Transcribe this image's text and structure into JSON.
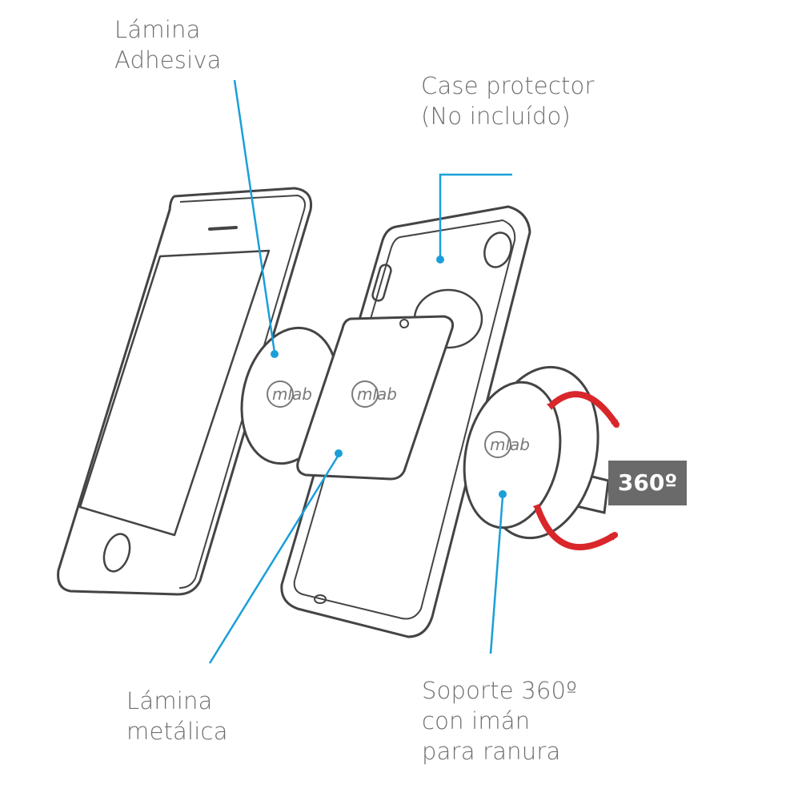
{
  "labels": {
    "lamina_adhesiva": [
      "Lámina",
      "Adhesiva"
    ],
    "case_protector": [
      "Case protector",
      "(No incluído)"
    ],
    "lamina_metalica": [
      "Lámina",
      "metálica"
    ],
    "soporte": [
      "Soporte 360º",
      "con imán",
      "para ranura"
    ]
  },
  "badge": "360º",
  "brand": "mlab",
  "colors": {
    "callout": "#1a9fd9",
    "arrow": "#d9262b",
    "outline": "#444444",
    "badge_bg": "#6a6a6a",
    "label_text": "#6f6f6f"
  }
}
